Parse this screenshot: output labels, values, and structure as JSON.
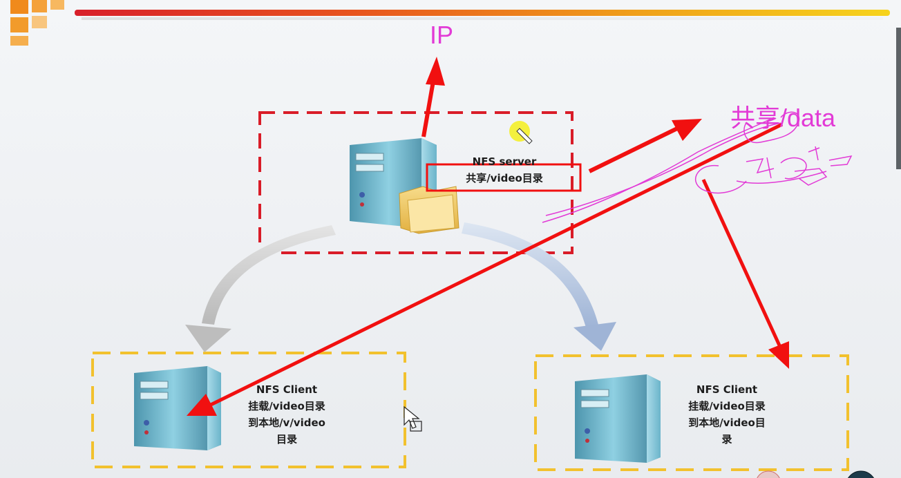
{
  "diagram": {
    "server": {
      "title": "NFS server",
      "share": "共享/video目录"
    },
    "client_left": {
      "line1": "NFS Client",
      "line2": "挂载/video目录",
      "line3": "到本地/v/video",
      "line4": "目录"
    },
    "client_right": {
      "line1": "NFS Client",
      "line2": "挂载/video目录",
      "line3": "到本地/video目",
      "line4": "录"
    }
  },
  "annotations": {
    "ip_label": "IP",
    "share_data_label": "共享/data",
    "colors": {
      "red": "#f11010",
      "magenta": "#e23ad6"
    }
  },
  "theme": {
    "logo_orange": "#f08a1c",
    "server_box_dash": "#d91c28",
    "client_box_dash": "#f2c12e"
  }
}
